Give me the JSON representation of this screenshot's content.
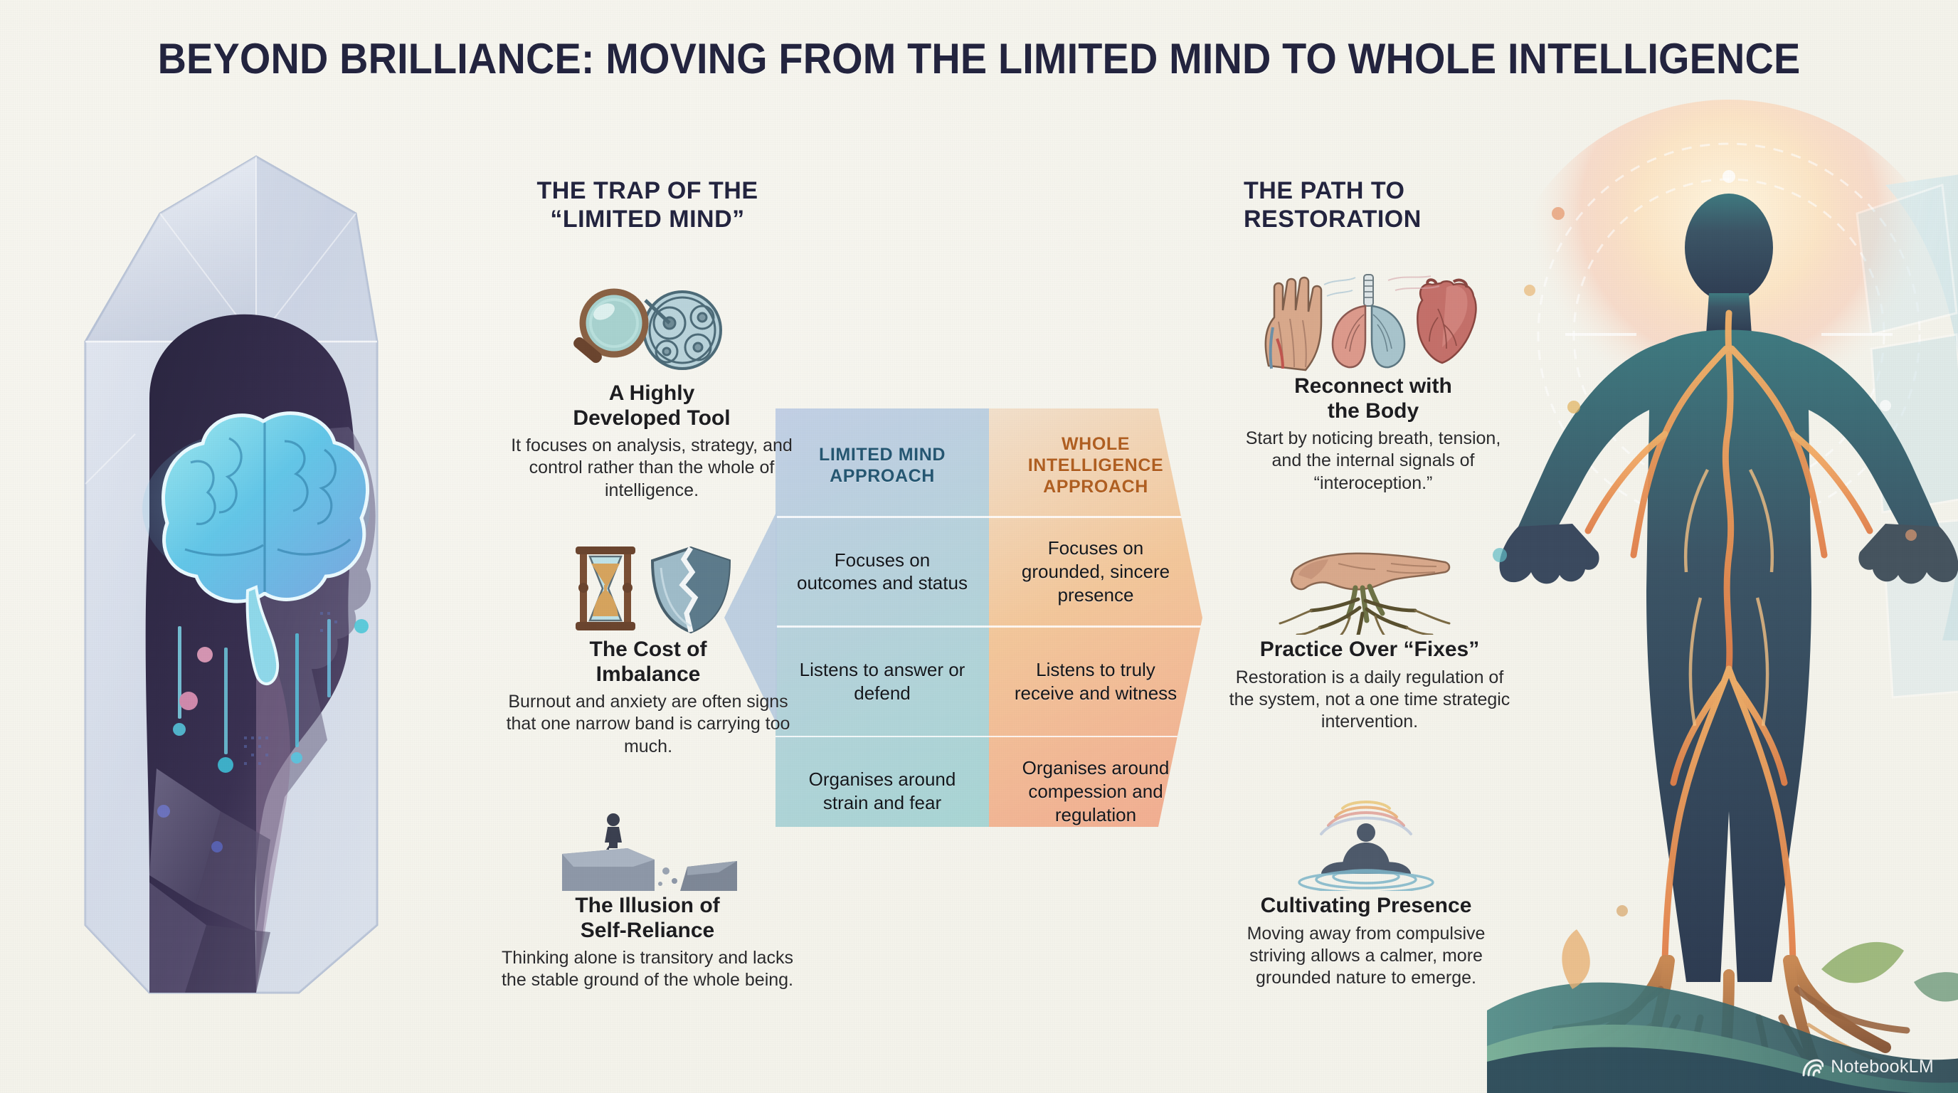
{
  "title": "BEYOND BRILLIANCE: MOVING FROM THE LIMITED MIND TO WHOLE INTELLIGENCE",
  "columns": {
    "left": {
      "heading_line1": "THE TRAP OF THE",
      "heading_line2": "“LIMITED MIND”",
      "items": [
        {
          "icon": "magnifier-gears-icon",
          "title_line1": "A Highly",
          "title_line2": "Developed Tool",
          "body": "It focuses on analysis, strategy, and control rather than the whole of intelligence."
        },
        {
          "icon": "hourglass-cracked-shield-icon",
          "title_line1": "The Cost of",
          "title_line2": "Imbalance",
          "body": "Burnout and anxiety are often signs that one narrow band is carrying too much."
        },
        {
          "icon": "figure-on-cliff-icon",
          "title_line1": "The Illusion of",
          "title_line2": "Self-Reliance",
          "body": "Thinking alone is transitory and lacks the stable ground of the whole being."
        }
      ]
    },
    "right": {
      "heading_line1": "THE PATH TO",
      "heading_line2": "RESTORATION",
      "items": [
        {
          "icon": "hand-lungs-heart-icon",
          "title_line1": "Reconnect with",
          "title_line2": "the Body",
          "body": "Start by noticing breath, tension, and the internal signals of “interoception.”"
        },
        {
          "icon": "hand-with-roots-icon",
          "title_line1": "Practice Over “Fixes”",
          "title_line2": "",
          "body": "Restoration is a daily regulation of the system, not a one time strategic intervention."
        },
        {
          "icon": "meditating-figure-ripples-icon",
          "title_line1": "Cultivating Presence",
          "title_line2": "",
          "body": "Moving away from compulsive striving allows a calmer, more grounded nature to emerge."
        }
      ]
    }
  },
  "comparison": {
    "header_left": "LIMITED MIND APPROACH",
    "header_right": "WHOLE INTELLIGENCE APPROACH",
    "rows": [
      {
        "left": "Focuses on outcomes and status",
        "right": "Focuses on grounded, sincere presence"
      },
      {
        "left": "Listens to answer or defend",
        "right": "Listens to truly receive and witness"
      },
      {
        "left": "Organises around strain and fear",
        "right": "Organises around compession and regulation"
      }
    ],
    "colors": {
      "left_header_text": "#255772",
      "right_header_text": "#b05f21",
      "left_panel_start": "#c3cfe6",
      "left_panel_end": "#a8d6d4",
      "right_panel_start": "#f2e2cf",
      "right_panel_end": "#f2ab91"
    }
  },
  "illustrations": {
    "left": "crystal-encased-head-with-glowing-brain",
    "right": "radiant-human-figure-with-roots-and-breaking-crystal"
  },
  "watermark": {
    "label": "NotebookLM",
    "icon": "notebooklm-spiral-icon"
  },
  "theme": {
    "background": "#f4f3eb",
    "title_color": "#23243f",
    "heading_color": "#23243f",
    "body_text_color": "#2a2a2c"
  }
}
